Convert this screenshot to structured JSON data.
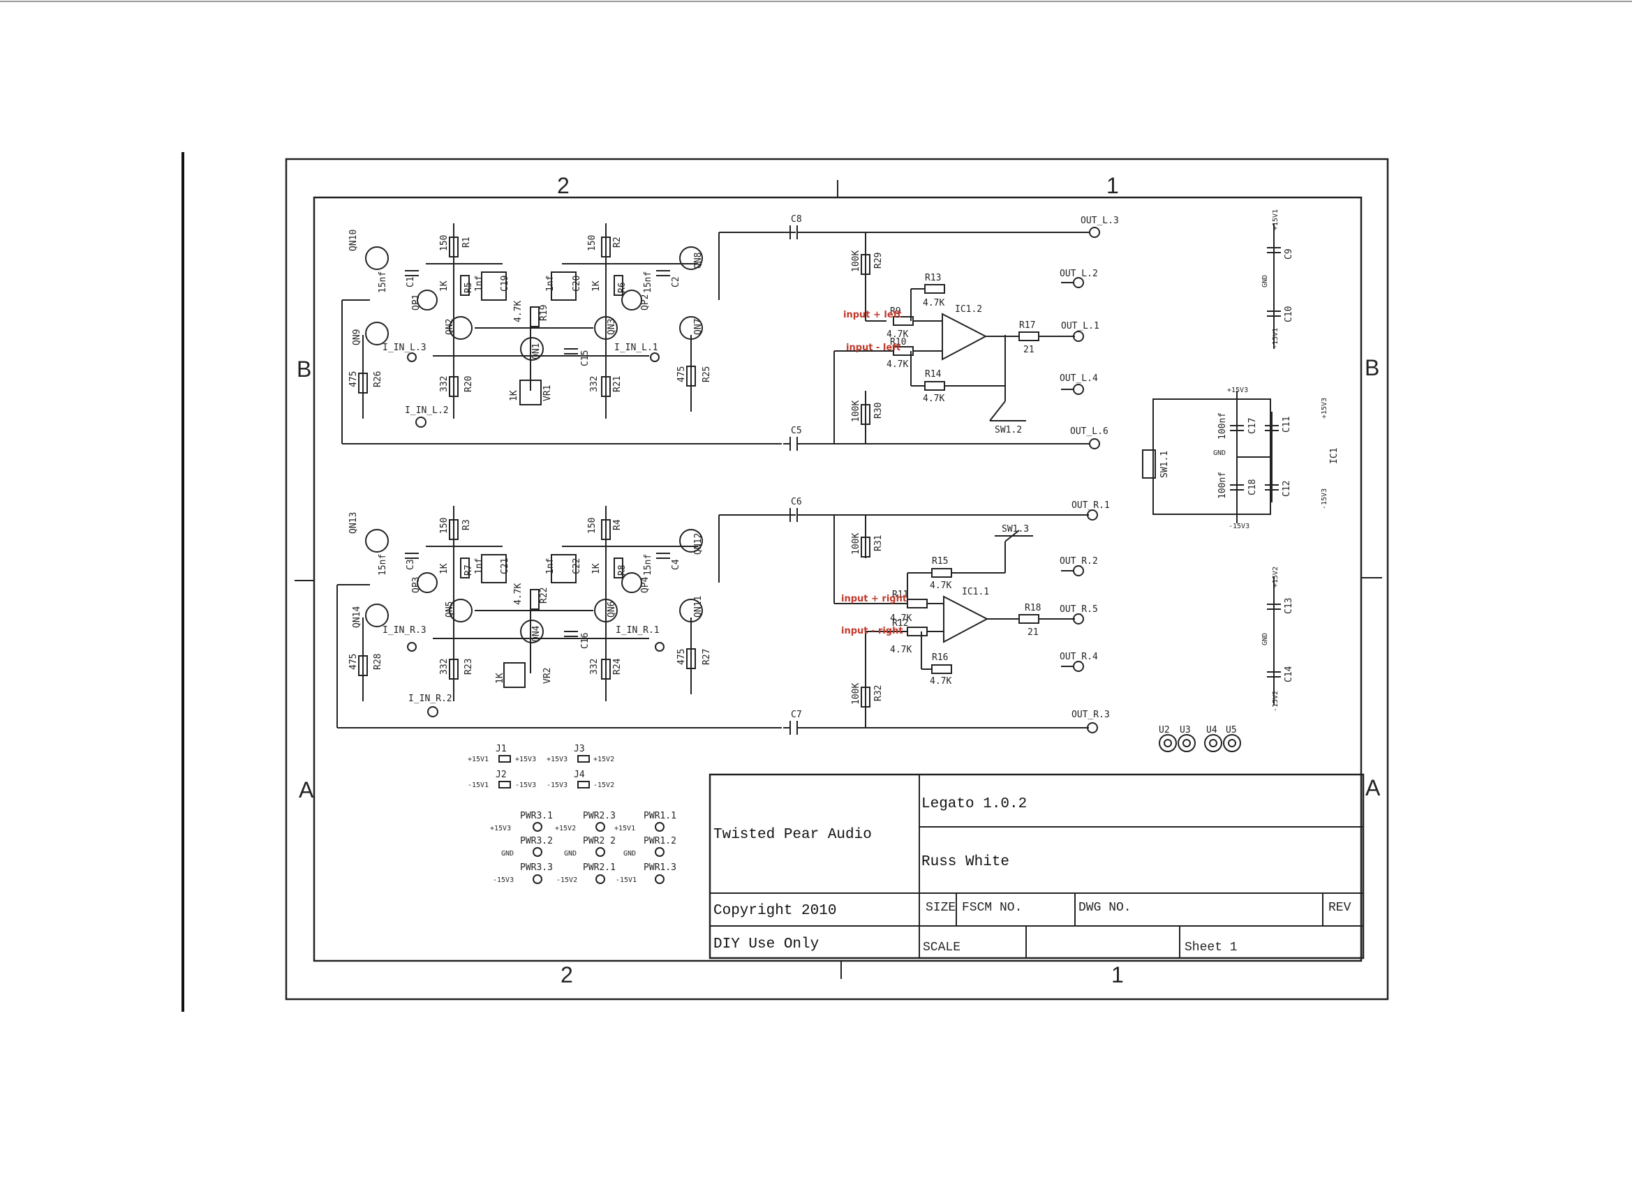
{
  "title_block": {
    "company": "Twisted Pear Audio",
    "project": "Legato 1.0.2",
    "designer": "Russ White",
    "copyright": "Copyright 2010",
    "usage": "DIY Use Only",
    "size_label": "SIZE",
    "fscm_label": "FSCM NO.",
    "dwg_label": "DWG NO.",
    "rev_label": "REV",
    "scale_label": "SCALE",
    "sheet_label": "Sheet 1"
  },
  "zones": {
    "col2": "2",
    "col1": "1",
    "rowB": "B",
    "rowA": "A"
  },
  "annotations": {
    "in_plus_left": "input + left",
    "in_minus_left": "input - left",
    "in_plus_right": "input + right",
    "in_minus_right": "input - right"
  },
  "top_channel": {
    "qn10": "QN10",
    "qn9": "QN9",
    "qn2": "QN2",
    "qn1": "QN1",
    "qn3": "QN3",
    "qn7": "QN7",
    "qn8": "QN8",
    "qp1": "QP1",
    "qp2": "QP2",
    "r1": "R1",
    "r1v": "150",
    "r2": "R2",
    "r2v": "150",
    "r5": "R5",
    "r5v": "1K",
    "r6": "R6",
    "r6v": "1K",
    "r19": "R19",
    "r19v": "4.7K",
    "r20": "R20",
    "r20v": "332",
    "r21": "R21",
    "r21v": "332",
    "r25": "R25",
    "r25v": "475",
    "r26": "R26",
    "r26v": "475",
    "c1": "C1",
    "c1v": "15nf",
    "c2": "C2",
    "c2v": "15nf",
    "c19": "C19",
    "c19v": "1nf",
    "c20": "C20",
    "c20v": "1nf",
    "c15": "C15",
    "vr1": "VR1",
    "vr1v": "1K",
    "iin3": "I_IN_L.3",
    "iin1": "I_IN_L.1",
    "iin2": "I_IN_L.2",
    "c8": "C8",
    "c5": "C5",
    "r29": "R29",
    "r29v": "100K",
    "r30": "R30",
    "r30v": "100K",
    "r13": "R13",
    "r13v": "4.7K",
    "r9": "R9",
    "r9v": "4.7K",
    "r10": "R10",
    "r10v": "4.7K",
    "r14": "R14",
    "r14v": "4.7K",
    "ic": "IC1.2",
    "r17": "R17",
    "r17v": "21",
    "sw": "SW1.2",
    "out3": "OUT_L.3",
    "out2": "OUT_L.2",
    "out1": "OUT_L.1",
    "out4": "OUT_L.4",
    "out6": "OUT_L.6"
  },
  "bottom_channel": {
    "qn13": "QN13",
    "qn14": "QN14",
    "qn5": "QN5",
    "qn4": "QN4",
    "qn6": "QN6",
    "qn11": "QN11",
    "qn12": "QN12",
    "qp3": "QP3",
    "qp4": "QP4",
    "r3": "R3",
    "r3v": "150",
    "r4": "R4",
    "r4v": "150",
    "r7": "R7",
    "r7v": "1K",
    "r8": "R8",
    "r8v": "1K",
    "r22": "R22",
    "r22v": "4.7K",
    "r23": "R23",
    "r23v": "332",
    "r24": "R24",
    "r24v": "332",
    "r27": "R27",
    "r27v": "475",
    "r28": "R28",
    "r28v": "475",
    "c3": "C3",
    "c3v": "15nf",
    "c4": "C4",
    "c4v": "15nf",
    "c21": "C21",
    "c21v": "1nf",
    "c22": "C22",
    "c22v": "1nf",
    "c16": "C16",
    "vr2": "VR2",
    "vr2v": "1K",
    "iin3": "I_IN_R.3",
    "iin1": "I_IN_R.1",
    "iin2": "I_IN_R.2",
    "c6": "C6",
    "c7": "C7",
    "r31": "R31",
    "r31v": "100K",
    "r32": "R32",
    "r32v": "100K",
    "r15": "R15",
    "r15v": "4.7K",
    "r11": "R11",
    "r11v": "4.7K",
    "r12": "R12",
    "r12v": "4.7K",
    "r16": "R16",
    "r16v": "4.7K",
    "ic": "IC1.1",
    "r18": "R18",
    "r18v": "21",
    "sw": "SW1.3",
    "out1": "OUT_R.1",
    "out2": "OUT_R.2",
    "out5": "OUT_R.5",
    "out4": "OUT_R.4",
    "out3": "OUT_R.3"
  },
  "power": {
    "c9": "C9",
    "c10": "C10",
    "c11": "C11",
    "c12": "C12",
    "c13": "C13",
    "c14": "C14",
    "c17": "C17",
    "c17v": "100nf",
    "c18": "C18",
    "c18v": "100nf",
    "sw11": "SW1.1",
    "ic1": "IC1",
    "j1": "J1",
    "j2": "J2",
    "j3": "J3",
    "j4": "J4",
    "pwr31": "PWR3.1",
    "pwr32": "PWR3.2",
    "pwr33": "PWR3.3",
    "pwr23": "PWR2.3",
    "pwr22": "PWR2 2",
    "pwr21": "PWR2.1",
    "pwr11": "PWR1.1",
    "pwr12": "PWR1.2",
    "pwr13": "PWR1.3",
    "u2": "U2",
    "u3": "U3",
    "u4": "U4",
    "u5": "U5",
    "p15v1": "+15V1",
    "m15v1": "-15V1",
    "p15v2": "+15V2",
    "m15v2": "-15V2",
    "p15v3": "+15V3",
    "m15v3": "-15V3",
    "gnd": "GND"
  }
}
